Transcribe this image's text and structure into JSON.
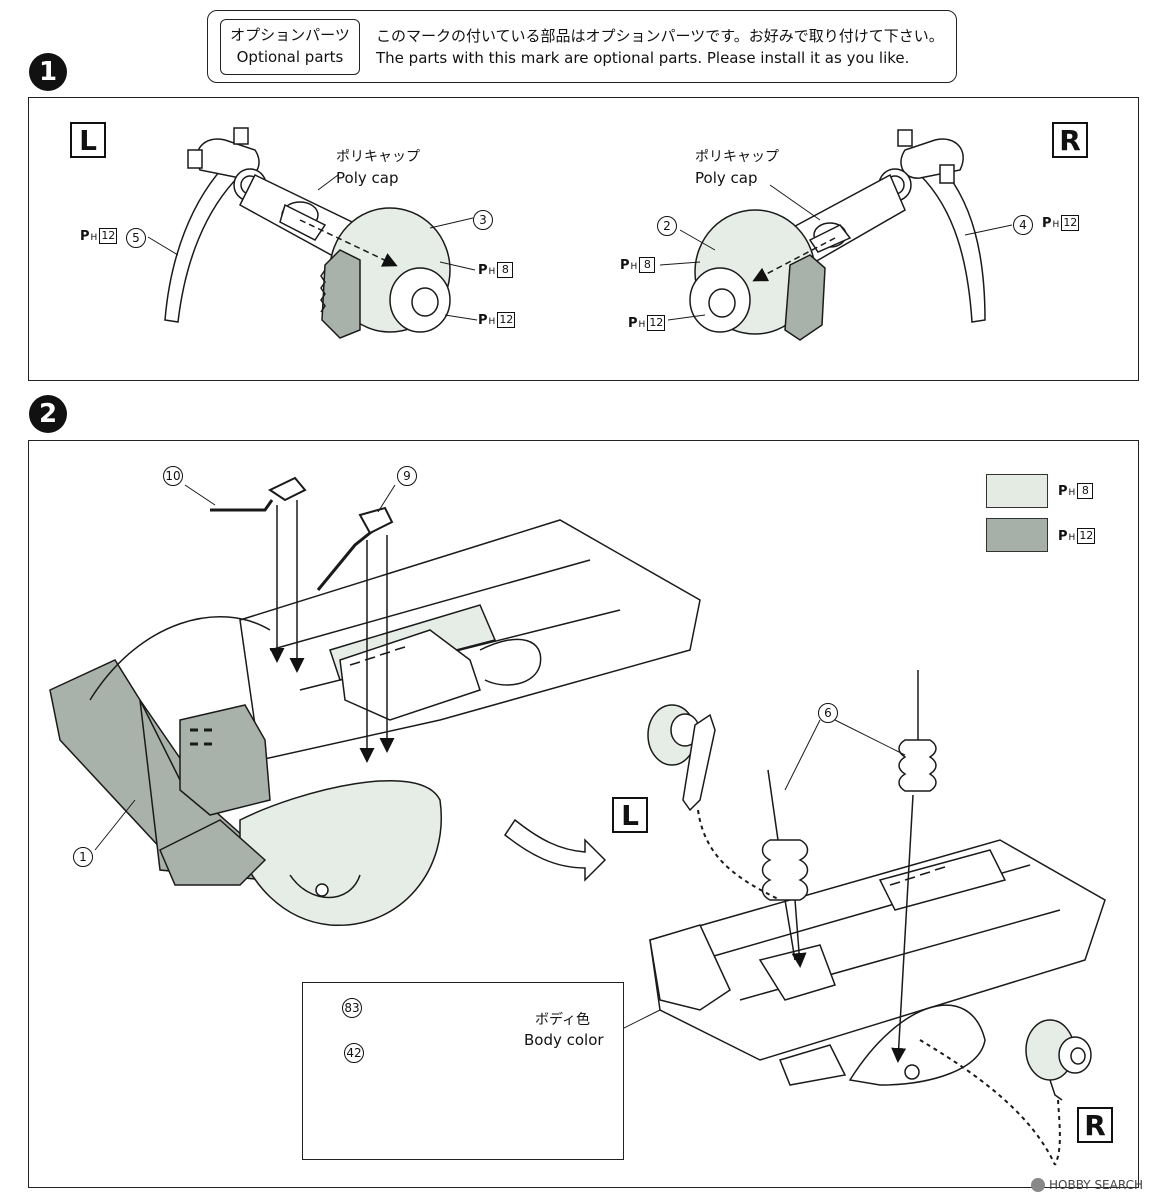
{
  "legend_note": {
    "tag_jp": "オプションパーツ",
    "tag_en": "Optional parts",
    "text_jp": "このマークの付いている部品はオプションパーツです。お好みで取り付けて下さい。",
    "text_en": "The parts with this mark are optional parts. Please install it as you like."
  },
  "step1": {
    "number": "1",
    "left_side": "L",
    "right_side": "R",
    "poly_cap_jp": "ポリキャップ",
    "poly_cap_en": "Poly cap",
    "parts": {
      "p5": "5",
      "p3": "3",
      "p2": "2",
      "p4": "4"
    },
    "ph_letter": "P",
    "ph_sub": "H",
    "ph8": "8",
    "ph12": "12"
  },
  "step2": {
    "number": "2",
    "parts": {
      "p10": "10",
      "p9": "9",
      "p1": "1",
      "p6": "6",
      "p83": "83",
      "p42": "42"
    },
    "left_side": "L",
    "right_side": "R",
    "body_color_jp": "ボディ色",
    "body_color_en": "Body color",
    "legend": {
      "ph8": "8",
      "ph12": "12",
      "ph8_color": "#e3ebe3",
      "ph12_color": "#a7b0a8"
    }
  },
  "watermark": {
    "brand": "HOBBY SEARCH"
  },
  "colors": {
    "light_part": "#e6ede6",
    "dark_part": "#a9b2aa",
    "line": "#1a1a1a"
  }
}
